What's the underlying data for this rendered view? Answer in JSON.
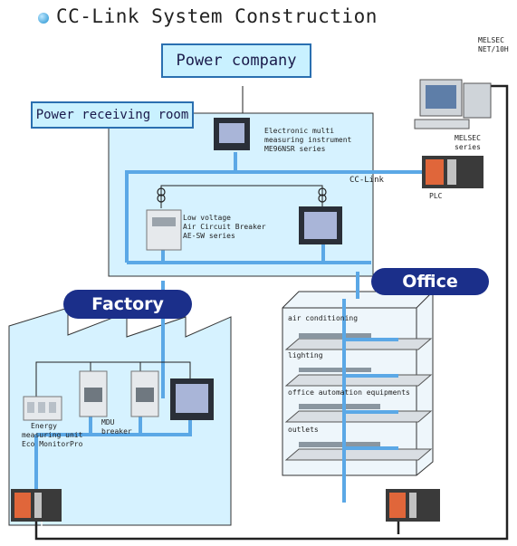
{
  "title": "CC-Link System Construction",
  "areas": {
    "power_company": "Power company",
    "power_receiving_room": "Power receiving room",
    "factory": "Factory",
    "office": "Office"
  },
  "devices": {
    "multi_meter": [
      "Electronic multi",
      "measuring instrument",
      "ME96NSR series"
    ],
    "acb": [
      "Low voltage",
      "Air Circuit Breaker",
      "AE-SW series"
    ],
    "energy_unit": [
      "Energy",
      "measuring unit",
      "Eco MonitorPro"
    ],
    "mdu": [
      "MDU",
      "breaker"
    ],
    "melsec_net": [
      "MELSEC",
      "NET/10H"
    ],
    "melsec_series": [
      "MELSEC",
      "series"
    ],
    "plc": "PLC",
    "cc_link": "CC-Link"
  },
  "office_floors": [
    "air conditioning",
    "lighting",
    "office automation equipments",
    "outlets"
  ],
  "colors": {
    "link_blue": "#5ba8e6",
    "room_fill": "#d6f2ff",
    "pill": "#1b2f8a",
    "plc_orange": "#e0663a"
  }
}
